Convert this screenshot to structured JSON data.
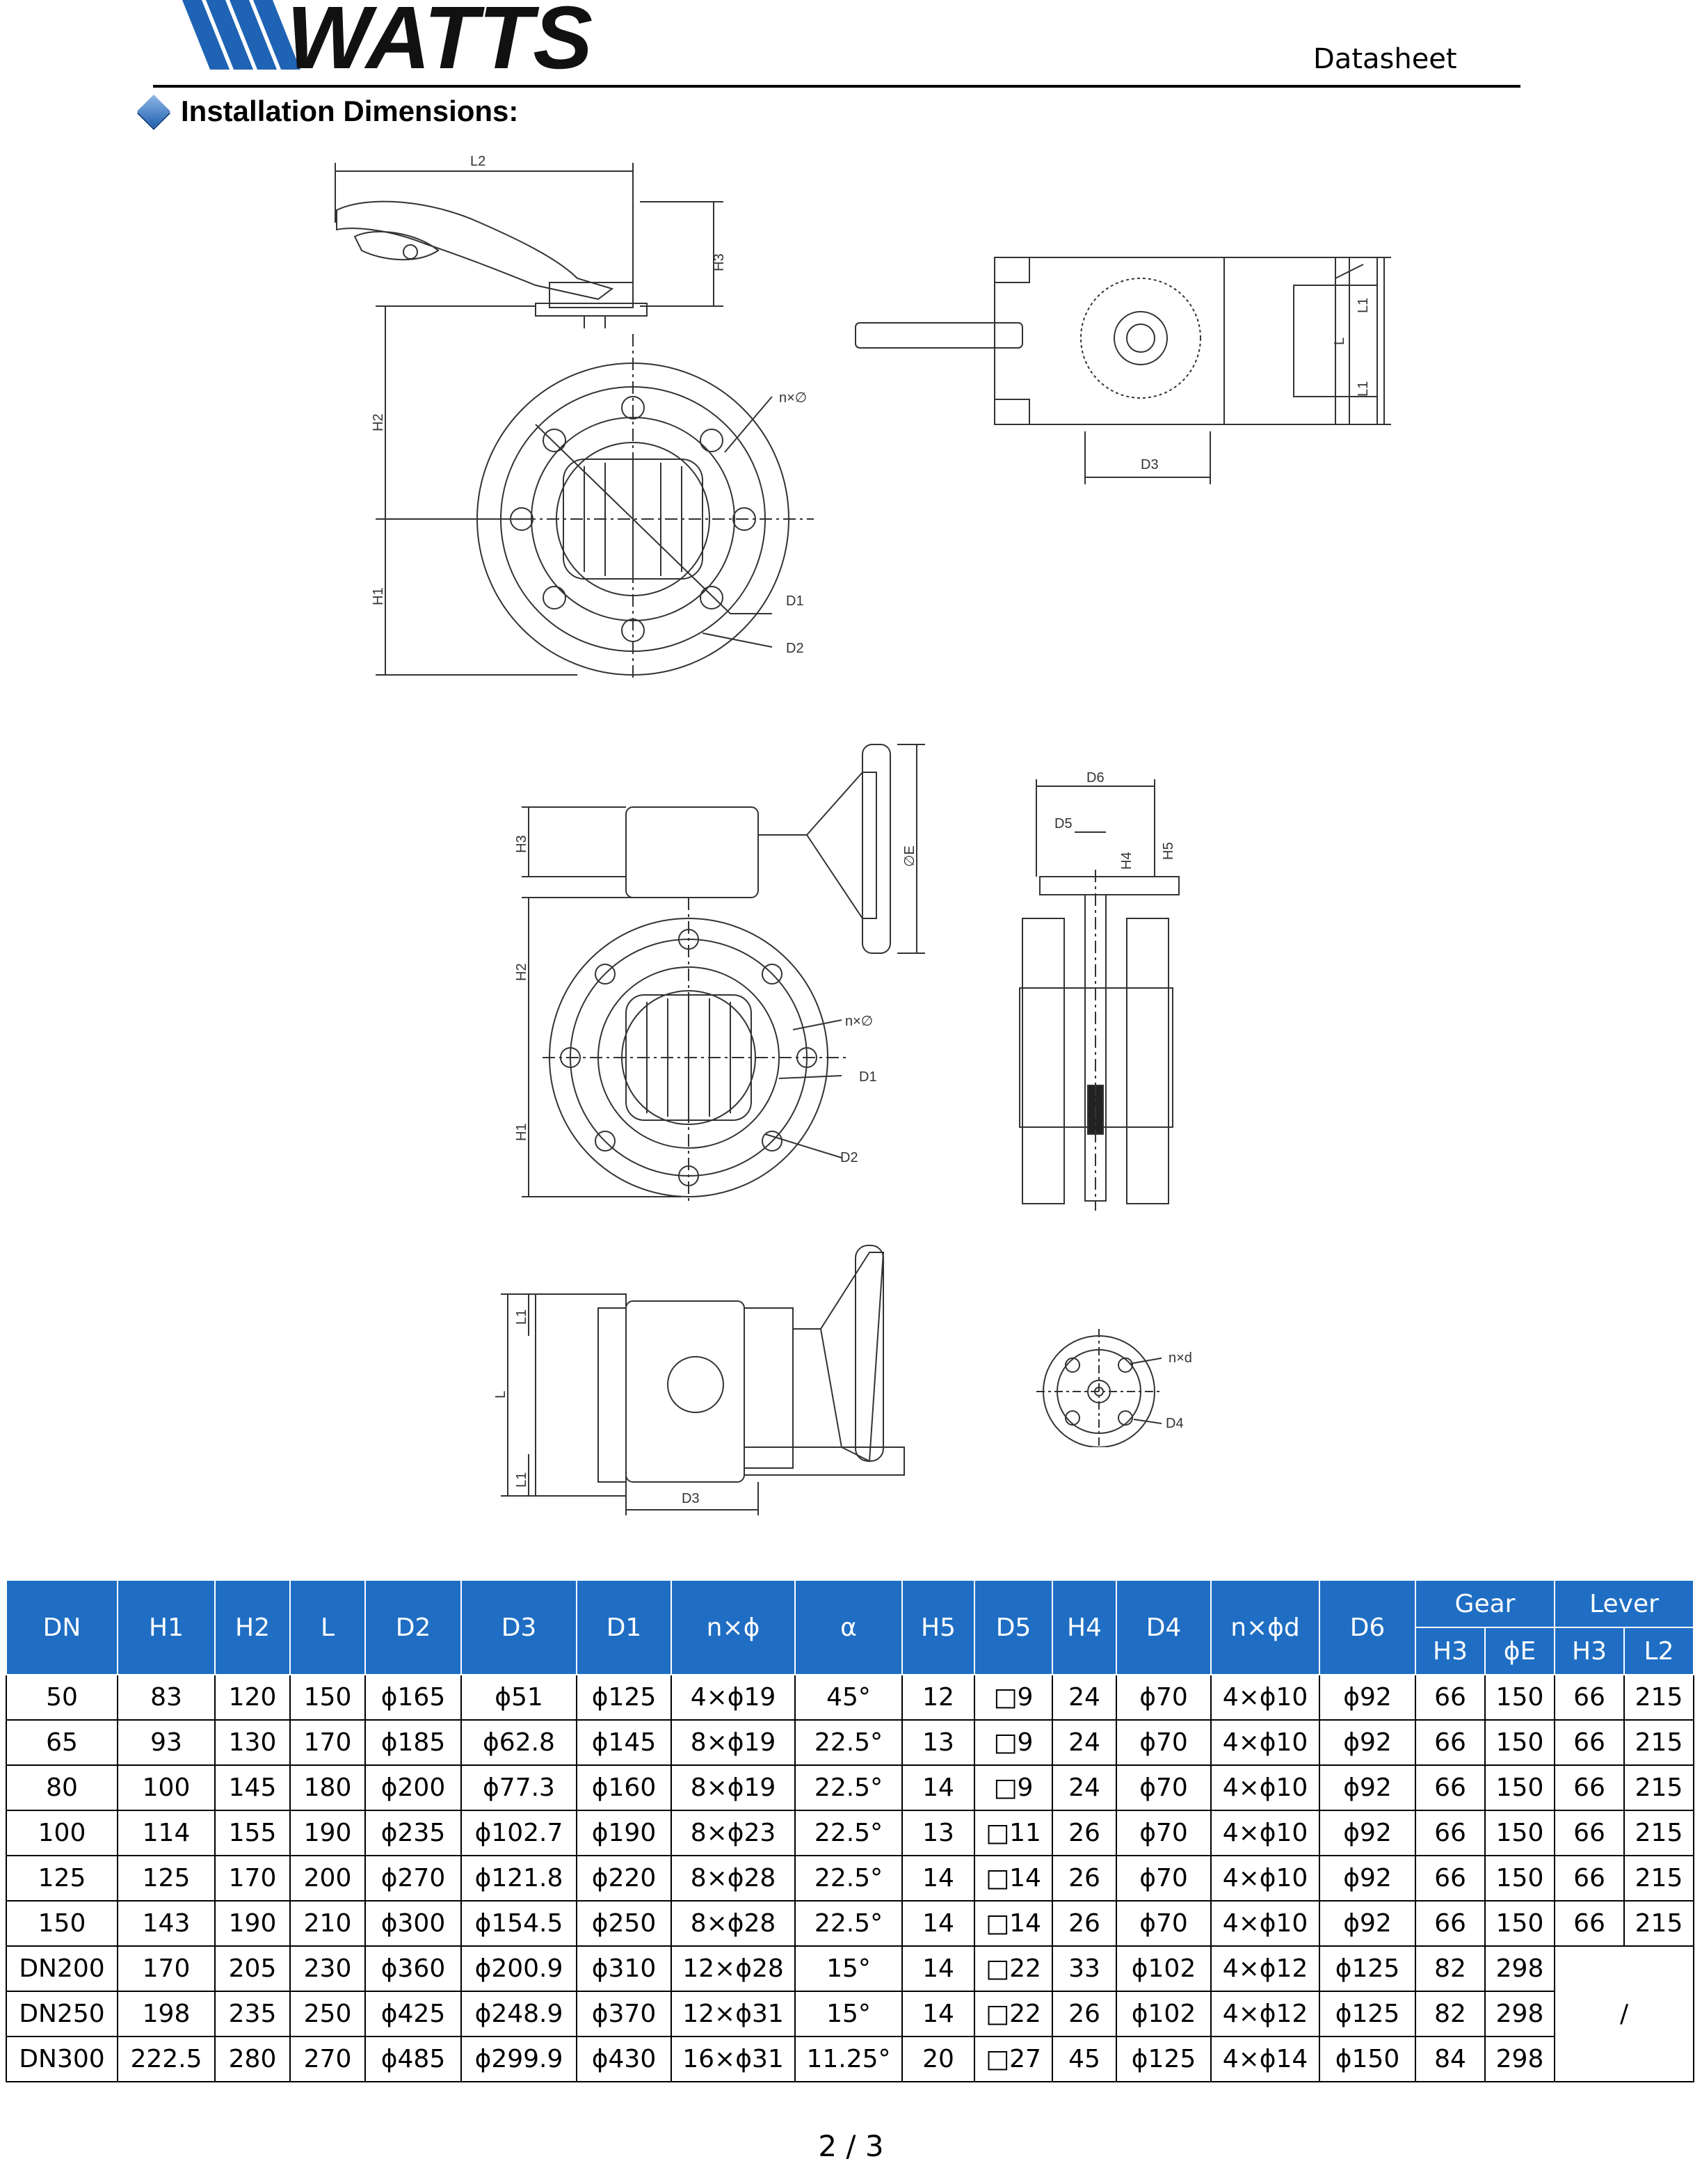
{
  "header": {
    "brand": "WATTS",
    "doc_type": "Datasheet"
  },
  "section": {
    "title": "Installation Dimensions:"
  },
  "drawing_labels": {
    "L2": "L2",
    "H3": "H3",
    "H2": "H2",
    "H1": "H1",
    "D1": "D1",
    "D2": "D2",
    "D3": "D3",
    "nphi": "n×∅",
    "L": "L",
    "L1": "L1",
    "phiE": "∅E",
    "D6": "D6",
    "D5": "D5",
    "H4": "H4",
    "H5": "H5",
    "nd": "n×d",
    "D4": "D4"
  },
  "table": {
    "headers": [
      "DN",
      "H1",
      "H2",
      "L",
      "D2",
      "D3",
      "D1",
      "n×ϕ",
      "α",
      "H5",
      "D5",
      "H4",
      "D4",
      "n×ϕd",
      "D6"
    ],
    "group_gear": "Gear",
    "group_lever": "Lever",
    "sub_headers": [
      "H3",
      "ϕE",
      "H3",
      "L2"
    ],
    "rows": [
      [
        "50",
        "83",
        "120",
        "150",
        "ϕ165",
        "ϕ51",
        "ϕ125",
        "4×ϕ19",
        "45°",
        "12",
        "□9",
        "24",
        "ϕ70",
        "4×ϕ10",
        "ϕ92",
        "66",
        "150",
        "66",
        "215"
      ],
      [
        "65",
        "93",
        "130",
        "170",
        "ϕ185",
        "ϕ62.8",
        "ϕ145",
        "8×ϕ19",
        "22.5°",
        "13",
        "□9",
        "24",
        "ϕ70",
        "4×ϕ10",
        "ϕ92",
        "66",
        "150",
        "66",
        "215"
      ],
      [
        "80",
        "100",
        "145",
        "180",
        "ϕ200",
        "ϕ77.3",
        "ϕ160",
        "8×ϕ19",
        "22.5°",
        "14",
        "□9",
        "24",
        "ϕ70",
        "4×ϕ10",
        "ϕ92",
        "66",
        "150",
        "66",
        "215"
      ],
      [
        "100",
        "114",
        "155",
        "190",
        "ϕ235",
        "ϕ102.7",
        "ϕ190",
        "8×ϕ23",
        "22.5°",
        "13",
        "□11",
        "26",
        "ϕ70",
        "4×ϕ10",
        "ϕ92",
        "66",
        "150",
        "66",
        "215"
      ],
      [
        "125",
        "125",
        "170",
        "200",
        "ϕ270",
        "ϕ121.8",
        "ϕ220",
        "8×ϕ28",
        "22.5°",
        "14",
        "□14",
        "26",
        "ϕ70",
        "4×ϕ10",
        "ϕ92",
        "66",
        "150",
        "66",
        "215"
      ],
      [
        "150",
        "143",
        "190",
        "210",
        "ϕ300",
        "ϕ154.5",
        "ϕ250",
        "8×ϕ28",
        "22.5°",
        "14",
        "□14",
        "26",
        "ϕ70",
        "4×ϕ10",
        "ϕ92",
        "66",
        "150",
        "66",
        "215"
      ],
      [
        "DN200",
        "170",
        "205",
        "230",
        "ϕ360",
        "ϕ200.9",
        "ϕ310",
        "12×ϕ28",
        "15°",
        "14",
        "□22",
        "33",
        "ϕ102",
        "4×ϕ12",
        "ϕ125",
        "82",
        "298"
      ],
      [
        "DN250",
        "198",
        "235",
        "250",
        "ϕ425",
        "ϕ248.9",
        "ϕ370",
        "12×ϕ31",
        "15°",
        "14",
        "□22",
        "26",
        "ϕ102",
        "4×ϕ12",
        "ϕ125",
        "82",
        "298"
      ],
      [
        "DN300",
        "222.5",
        "280",
        "270",
        "ϕ485",
        "ϕ299.9",
        "ϕ430",
        "16×ϕ31",
        "11.25°",
        "20",
        "□27",
        "45",
        "ϕ125",
        "4×ϕ14",
        "ϕ150",
        "84",
        "298"
      ]
    ],
    "lever_na": "/"
  },
  "footer": {
    "page": "2 / 3"
  },
  "colors": {
    "table_header": "#1f6ec4",
    "logo_blue": "#1f63b4",
    "text": "#000000"
  }
}
